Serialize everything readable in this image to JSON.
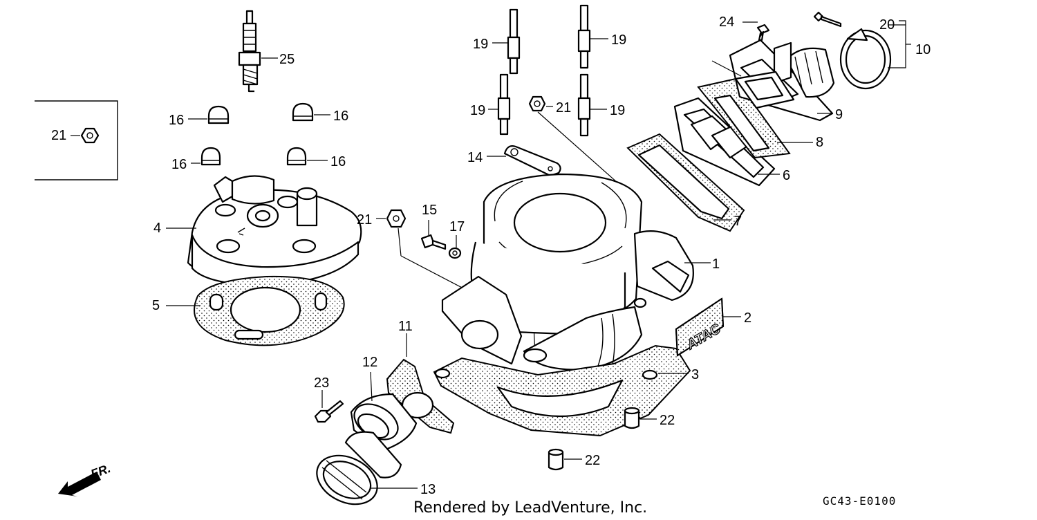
{
  "diagram": {
    "callouts": {
      "c1": "1",
      "c2": "2",
      "c3": "3",
      "c4": "4",
      "c5": "5",
      "c6": "6",
      "c7": "7",
      "c8": "8",
      "c9": "9",
      "c10": "10",
      "c11": "11",
      "c12": "12",
      "c13": "13",
      "c14": "14",
      "c15": "15",
      "c16a": "16",
      "c16b": "16",
      "c16c": "16",
      "c16d": "16",
      "c17": "17",
      "c19a": "19",
      "c19b": "19",
      "c19c": "19",
      "c19d": "19",
      "c20": "20",
      "c21a": "21",
      "c21b": "21",
      "c21c": "21",
      "c22a": "22",
      "c22b": "22",
      "c23": "23",
      "c24": "24",
      "c25": "25"
    },
    "decal_text": "ATAC",
    "direction_label": "FR.",
    "credit": "Rendered by LeadVenture, Inc.",
    "drawing_code": "GC43-E0100"
  }
}
